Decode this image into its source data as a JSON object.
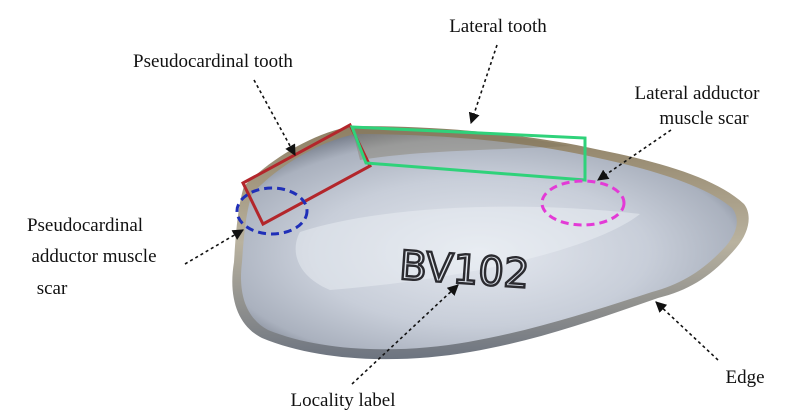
{
  "labels": {
    "lateral_tooth": "Lateral tooth",
    "pseudocardinal_tooth": "Pseudocardinal tooth",
    "lateral_adductor_line1": "Lateral adductor",
    "lateral_adductor_line2": "muscle scar",
    "pseudocardinal_adductor_line1": "Pseudocardinal",
    "pseudocardinal_adductor_line2": "adductor muscle",
    "pseudocardinal_adductor_line3": "scar",
    "locality_label": "Locality label",
    "edge": "Edge"
  },
  "specimen_label": "BV102",
  "colors": {
    "pseudocardinal_tooth_box": "#b3262b",
    "lateral_tooth_box": "#2fd27a",
    "pseudocardinal_scar_ellipse": "#1f2fb8",
    "lateral_scar_ellipse": "#e33ad6",
    "shell_nacre": "#c9ced8",
    "shell_edge": "#3f444e"
  }
}
